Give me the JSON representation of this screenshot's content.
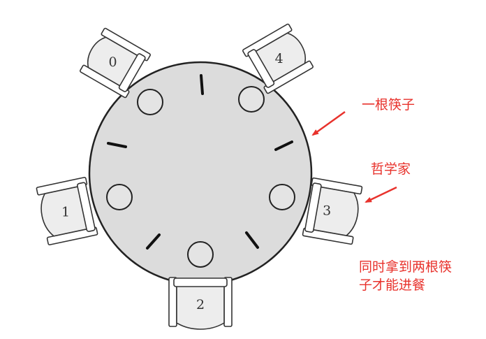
{
  "diagram": {
    "philosophers": [
      {
        "label": "0"
      },
      {
        "label": "1"
      },
      {
        "label": "2"
      },
      {
        "label": "3"
      },
      {
        "label": "4"
      }
    ],
    "annotations": {
      "chopstick": "一根筷子",
      "philosopher": "哲学家",
      "condition_line1": "同时拿到两根筷",
      "condition_line2": "子才能进餐"
    },
    "colors": {
      "table": "#dcdcdc",
      "outline": "#222222",
      "annotation": "#e8322c",
      "background": "#ffffff"
    }
  }
}
